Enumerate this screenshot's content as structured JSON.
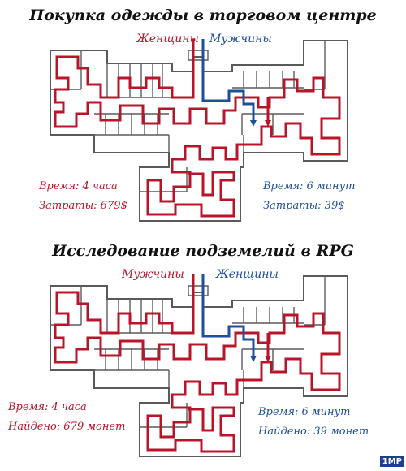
{
  "panels": [
    {
      "title": "Покупка одежды в торговом центре",
      "left_label": "Женщины",
      "right_label": "Мужчины",
      "left_stats": [
        "Время: 4 часа",
        "Затраты: 679$"
      ],
      "right_stats": [
        "Время: 6 минут",
        "Затраты: 39$"
      ],
      "colors": {
        "left": "#b8142a",
        "right": "#1e4f9a"
      }
    },
    {
      "title": "Исследование подземелий в RPG",
      "left_label": "Мужчины",
      "right_label": "Женщины",
      "left_stats": [
        "Время: 4 часа",
        "Найдено: 679 монет"
      ],
      "right_stats": [
        "Время: 6 минут",
        "Найдено: 39 монет"
      ],
      "colors": {
        "left": "#b8142a",
        "right": "#1e4f9a"
      }
    }
  ],
  "watermark": "1MP",
  "colors": {
    "wall": "#5a5a5a",
    "red_path": "#b8142a",
    "blue_path": "#1e4f9a"
  }
}
